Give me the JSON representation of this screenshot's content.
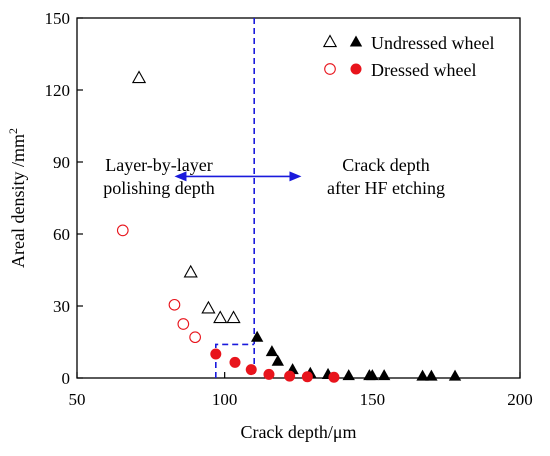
{
  "chart_data": {
    "type": "scatter",
    "xlabel": "Crack depth/μm",
    "ylabel": "Areal density /mm",
    "ylabel_sup": "2",
    "xlim": [
      50,
      200
    ],
    "ylim": [
      0,
      150
    ],
    "xticks": [
      50,
      100,
      150,
      200
    ],
    "yticks": [
      0,
      30,
      60,
      90,
      120,
      150
    ],
    "grid": false,
    "legend_position": "top-right",
    "colors": {
      "undressed": "#000000",
      "dressed": "#e8141c",
      "divider": "#1a1adc"
    },
    "series": [
      {
        "name": "Undressed wheel",
        "group": "undressed",
        "marker": "triangle-open",
        "x": [
          71,
          88.5,
          94.5,
          98.5,
          103
        ],
        "y": [
          125,
          44,
          29,
          25,
          25
        ]
      },
      {
        "name": "Undressed wheel",
        "group": "undressed",
        "marker": "triangle-filled",
        "x": [
          111,
          116,
          118,
          123,
          129,
          135,
          142,
          149,
          150,
          154,
          167,
          170,
          178
        ],
        "y": [
          17,
          11,
          7,
          3.5,
          2,
          1.5,
          1,
          1,
          1,
          1,
          0.8,
          0.8,
          0.8
        ]
      },
      {
        "name": "Dressed wheel",
        "group": "dressed",
        "marker": "circle-open",
        "x": [
          65.5,
          83,
          86,
          90
        ],
        "y": [
          61.5,
          30.5,
          22.5,
          17
        ]
      },
      {
        "name": "Dressed wheel",
        "group": "dressed",
        "marker": "circle-filled",
        "x": [
          97,
          103.5,
          109,
          115,
          122,
          128,
          137
        ],
        "y": [
          10,
          6.5,
          3.5,
          1.5,
          0.8,
          0.5,
          0.3
        ]
      }
    ],
    "legend": {
      "undressed_label": "Undressed wheel",
      "dressed_label": "Dressed wheel"
    },
    "annotations": {
      "divider_x": 110,
      "box": {
        "x": [
          97,
          110
        ],
        "y": [
          0,
          14
        ]
      },
      "left_text": [
        "Layer-by-layer",
        "polishing depth"
      ],
      "right_text": [
        "Crack depth",
        "after HF etching"
      ],
      "arrow_x": [
        83,
        126
      ],
      "arrow_y": 84
    }
  }
}
